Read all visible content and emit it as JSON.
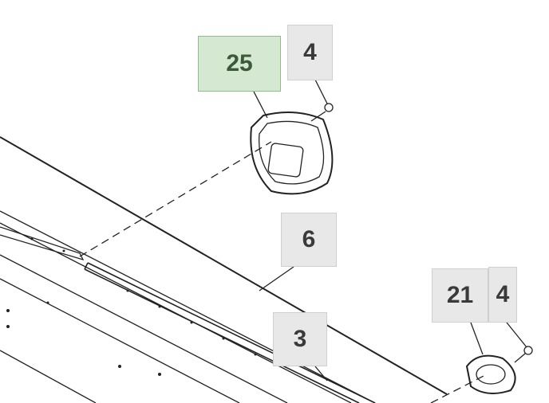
{
  "callouts": [
    {
      "label": "25",
      "highlighted": true
    },
    {
      "label": "4",
      "highlighted": false
    },
    {
      "label": "6",
      "highlighted": false
    },
    {
      "label": "21",
      "highlighted": false
    },
    {
      "label": "4",
      "highlighted": false
    },
    {
      "label": "3",
      "highlighted": false
    }
  ],
  "colors": {
    "highlight_fill": "#d5e8d2",
    "callout_fill": "#e8e8e8",
    "line": "#222222"
  }
}
